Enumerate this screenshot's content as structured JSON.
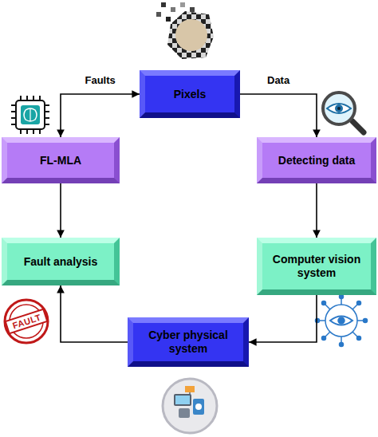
{
  "diagram": {
    "nodes": [
      {
        "text": [
          "Pixels"
        ]
      },
      {
        "text": [
          "FL-MLA"
        ]
      },
      {
        "text": [
          "Detecting data"
        ]
      },
      {
        "text": [
          "Fault analysis"
        ]
      },
      {
        "text": [
          "Computer vision system"
        ]
      },
      {
        "text": [
          "Cyber physical system"
        ]
      }
    ],
    "edges": [
      {
        "from": 0,
        "to": 1,
        "label": "Faults",
        "arrow": "both"
      },
      {
        "from": 0,
        "to": 2,
        "label": "Data",
        "arrow": "to"
      },
      {
        "from": 1,
        "to": 3,
        "arrow": "to"
      },
      {
        "from": 2,
        "to": 4,
        "arrow": "to"
      },
      {
        "from": 4,
        "to": 5,
        "arrow": "to"
      },
      {
        "from": 5,
        "to": 3,
        "arrow": "to"
      }
    ],
    "labels": [
      "FAULT"
    ]
  }
}
